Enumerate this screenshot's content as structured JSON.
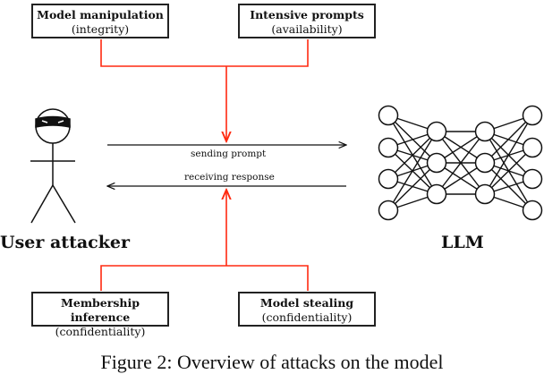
{
  "attacks": {
    "top_left": {
      "title": "Model manipulation",
      "category": "(integrity)"
    },
    "top_right": {
      "title": "Intensive prompts",
      "category": "(availability)"
    },
    "bottom_left": {
      "title": "Membership inference",
      "category": "(confidentiality)"
    },
    "bottom_right": {
      "title": "Model stealing",
      "category": "(confidentiality)"
    }
  },
  "flows": {
    "send": "sending prompt",
    "receive": "receiving response"
  },
  "actors": {
    "user": "User attacker",
    "model": "LLM"
  },
  "icons": {
    "user": "masked-stick-figure-icon",
    "model": "neural-network-icon"
  },
  "colors": {
    "attack_lines": "#ff2a10",
    "lines": "#111111"
  },
  "caption": "Figure 2: Overview of attacks on the model"
}
